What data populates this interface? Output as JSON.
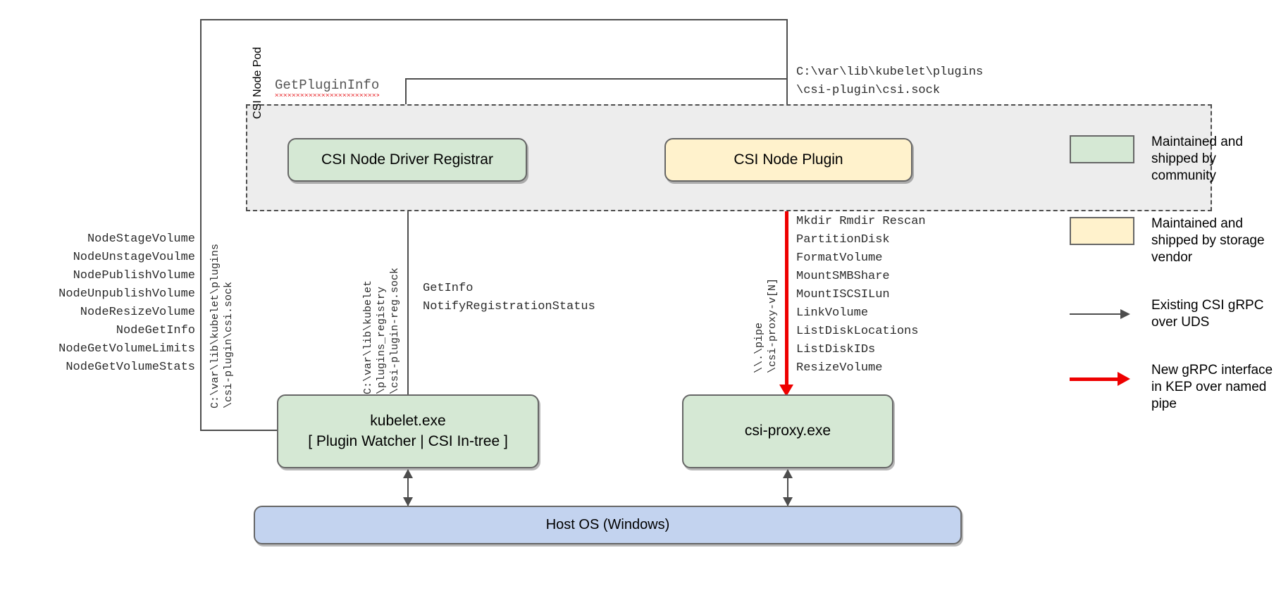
{
  "diagram": {
    "title": "CSI Proxy architecture for Windows",
    "pod": {
      "label": "CSI Node Pod"
    },
    "boxes": {
      "registrar": {
        "label": "CSI Node Driver Registrar",
        "color": "#d5e8d4"
      },
      "node_plugin": {
        "label": "CSI Node Plugin",
        "color": "#fff2cc"
      },
      "kubelet": {
        "line1": "kubelet.exe",
        "line2": "[ Plugin Watcher | CSI In-tree ]",
        "color": "#d5e8d4"
      },
      "csi_proxy": {
        "label": "csi-proxy.exe",
        "color": "#d5e8d4"
      },
      "host_os": {
        "label": "Host OS (Windows)",
        "color": "#c3d3ef"
      }
    },
    "labels": {
      "get_plugin_info": "GetPluginInfo",
      "node_plugin_socket": "C:\\var\\lib\\kubelet\\plugins\n\\csi-plugin\\csi.sock",
      "kubelet_csi_socket": "C:\\var\\lib\\kubelet\\plugins\n\\csi-plugin\\csi.sock",
      "registrar_reg_socket": "C:\\var\\lib\\kubelet\n\\plugins_registry\n\\csi-plugin-reg.sock",
      "named_pipe": "\\\\.\\pipe\n\\csi-proxy-v[N]",
      "registrar_ops": "GetInfo\nNotifyRegistrationStatus",
      "csi_node_ops": [
        "NodeStageVolume",
        "NodeUnstageVoulme",
        "NodePublishVolume",
        "NodeUnpublishVolume",
        "NodeResizeVolume",
        "NodeGetInfo",
        "NodeGetVolumeLimits",
        "NodeGetVolumeStats"
      ],
      "csi_proxy_ops": [
        "Mkdir Rmdir Rescan",
        "PartitionDisk",
        "FormatVolume",
        "MountSMBShare",
        "MountISCSILun",
        "LinkVolume",
        "ListDiskLocations",
        "ListDiskIDs",
        "ResizeVolume"
      ]
    },
    "legend": {
      "items": [
        {
          "kind": "swatch",
          "color": "#d5e8d4",
          "text": "Maintained and shipped by community"
        },
        {
          "kind": "swatch",
          "color": "#fff2cc",
          "text": "Maintained and shipped by storage vendor"
        },
        {
          "kind": "arrow",
          "color": "#4d4d4d",
          "text": "Existing CSI gRPC over UDS"
        },
        {
          "kind": "arrow",
          "color": "#ee0000",
          "text": "New gRPC interface in KEP over named pipe"
        }
      ]
    },
    "colors": {
      "community_green": "#d5e8d4",
      "vendor_yellow": "#fff2cc",
      "host_blue": "#c3d3ef",
      "pod_grey": "#ededed",
      "line_grey": "#4d4d4d",
      "new_interface_red": "#ee0000"
    }
  }
}
